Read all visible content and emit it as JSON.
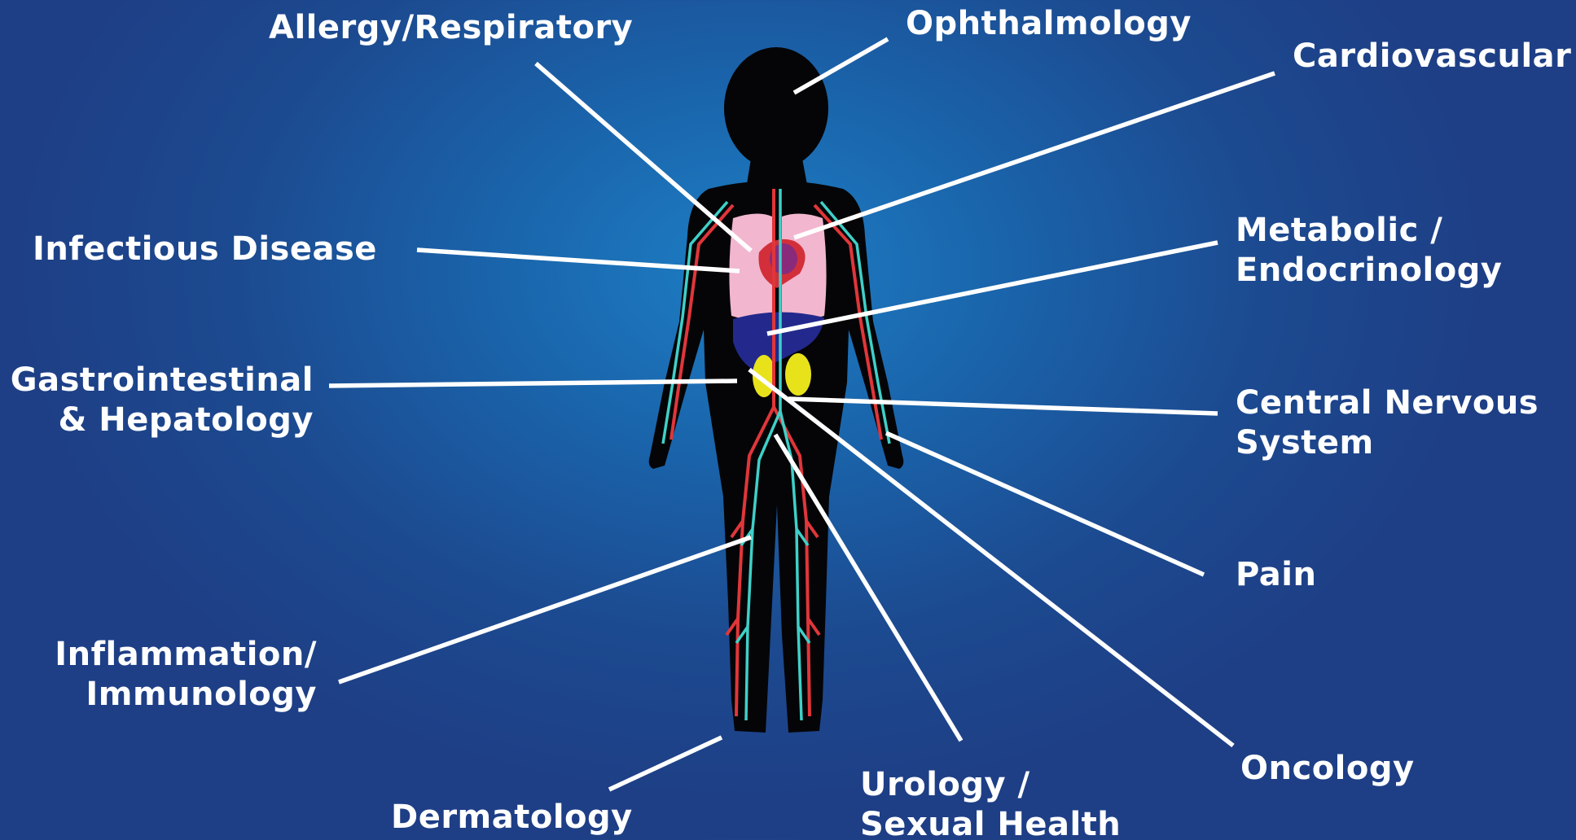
{
  "labels": {
    "allergy": "Allergy/Respiratory",
    "ophthalmology": "Ophthalmology",
    "cardiovascular": "Cardiovascular",
    "infectious": "Infectious Disease",
    "metabolic_1": "Metabolic /",
    "metabolic_2": "Endocrinology",
    "gastro_1": "Gastrointestinal",
    "gastro_2": "& Hepatology",
    "cns_1": "Central Nervous",
    "cns_2": "System",
    "pain": "Pain",
    "inflammation_1": "Inflammation/",
    "inflammation_2": "Immunology",
    "oncology": "Oncology",
    "urology_1": "Urology /",
    "urology_2": "Sexual Health",
    "dermatology": "Dermatology"
  },
  "colors": {
    "background": "#1a64ab",
    "text": "#ffffff",
    "silhouette": "#050507",
    "lungs": "#f2b6cf",
    "heart": "#d22f3a",
    "liver": "#23298c",
    "kidneys": "#e8e21b",
    "arteries": "#e0363a",
    "veins": "#3fd0c8"
  }
}
